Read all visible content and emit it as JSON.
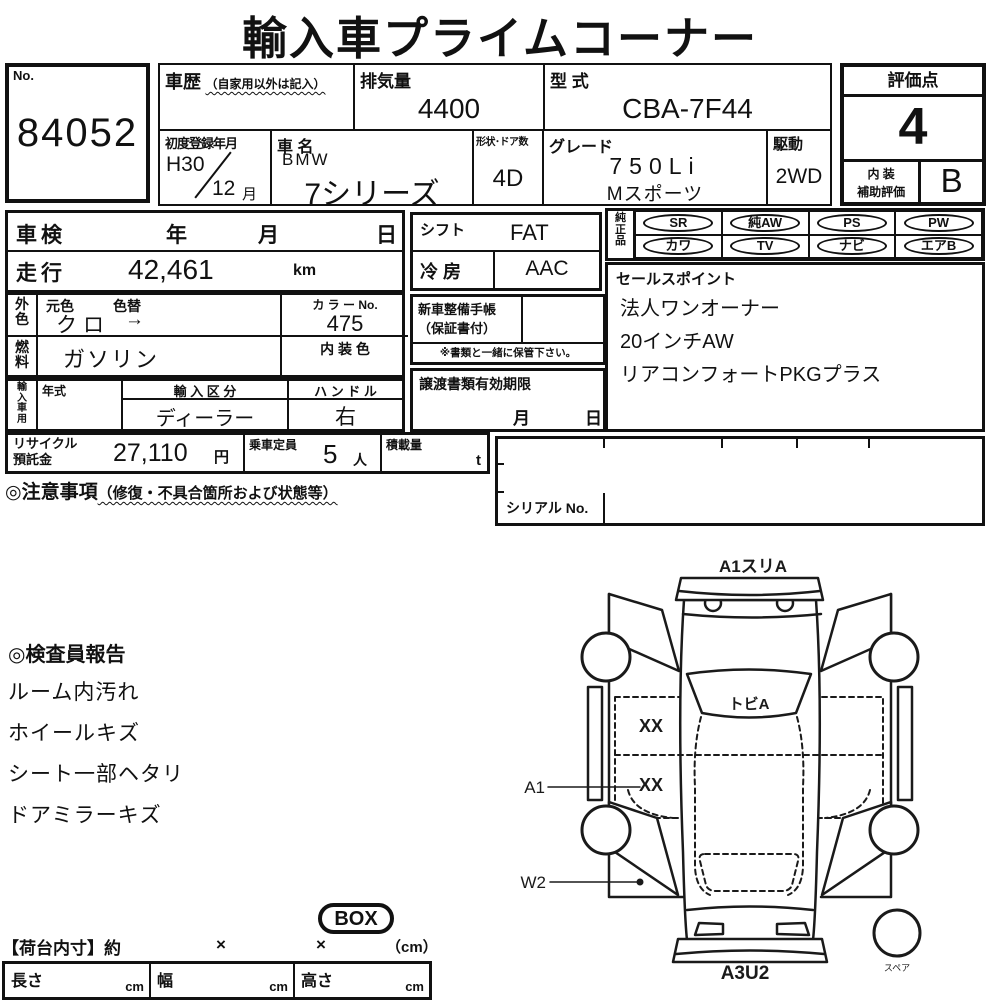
{
  "title": "輸入車プライムコーナー",
  "no_box": {
    "label": "No.",
    "value": "84052"
  },
  "header": {
    "history": {
      "label": "車歴",
      "note": "（自家用以外は記入）"
    },
    "displacement": {
      "label": "排気量",
      "value": "4400"
    },
    "model_code": {
      "label": "型 式",
      "value": "CBA-7F44"
    },
    "first_reg": {
      "label": "初度登録年月",
      "era": "H30",
      "month": "12",
      "month_suffix": "月"
    },
    "car_name": {
      "label": "車 名",
      "make": "BMW",
      "model": "7シリーズ"
    },
    "doors": {
      "label": "形状･ドア数",
      "value": "4D"
    },
    "grade": {
      "label": "グレード",
      "line1": "750Li",
      "line2": "Mスポーツ"
    },
    "drive": {
      "label": "駆動",
      "value": "2WD"
    }
  },
  "score": {
    "label": "評価点",
    "value": "4",
    "interior_label1": "内 装",
    "interior_label2": "補助評価",
    "interior_value": "B"
  },
  "left": {
    "shaken": {
      "label": "車検",
      "year": "年",
      "month": "月",
      "day": "日"
    },
    "mileage": {
      "label": "走行",
      "value": "42,461",
      "unit": "km"
    },
    "shift": {
      "label": "シフト",
      "value": "FAT"
    },
    "ac": {
      "label": "冷 房",
      "value": "AAC"
    },
    "ext_color": {
      "label": "外色",
      "orig_label": "元色",
      "change_label": "色替",
      "value": "クロ",
      "arrow": "→"
    },
    "color_no": {
      "label": "カ ラ ー No.",
      "value": "475"
    },
    "fuel": {
      "label": "燃料",
      "value": "ガソリン"
    },
    "int_color": {
      "label": "内 装 色"
    },
    "import": {
      "label": "輸入車用",
      "year_label": "年式",
      "division_label": "輸 入 区 分",
      "division_value": "ディーラー",
      "handle_label": "ハ ン ド ル",
      "handle_value": "右"
    },
    "recycle": {
      "label1": "リサイクル",
      "label2": "預託金",
      "value": "27,110",
      "unit": "円"
    },
    "capacity": {
      "label": "乗車定員",
      "value": "5",
      "unit": "人"
    },
    "load": {
      "label": "積載量",
      "unit": "t"
    },
    "caution": {
      "label": "◎注意事項",
      "note": "（修復・不具合箇所および状態等）"
    }
  },
  "middle": {
    "service_book": {
      "line1": "新車整備手帳",
      "line2": "（保証書付）",
      "note": "※書類と一緒に保管下さい。"
    },
    "transfer": {
      "label": "譲渡書類有効期限",
      "month": "月",
      "day": "日"
    }
  },
  "equipment": {
    "label": "純正品",
    "row1": [
      "SR",
      "純AW",
      "PS",
      "PW"
    ],
    "row2": [
      "カワ",
      "TV",
      "ナビ",
      "エアB"
    ]
  },
  "sales_points": {
    "label": "セールスポイント",
    "items": [
      "法人ワンオーナー",
      "20インチAW",
      "リアコンフォートPKGプラス"
    ]
  },
  "serial": {
    "label": "シリアル No."
  },
  "inspector": {
    "label": "◎検査員報告",
    "items": [
      "ルーム内汚れ",
      "ホイールキズ",
      "シート一部ヘタリ",
      "ドアミラーキズ"
    ]
  },
  "cargo": {
    "box_label": "BOX",
    "label": "【荷台内寸】約",
    "x1": "×",
    "x2": "×",
    "unit": "（cm）",
    "length_label": "長さ",
    "width_label": "幅",
    "height_label": "高さ",
    "cm": "cm"
  },
  "diagram": {
    "top": "A1スリA",
    "windshield": "トビA",
    "xx1": "XX",
    "xx2": "XX",
    "a1": "A1",
    "w2": "W2",
    "bottom": "A3U2",
    "spare": "スペア"
  }
}
